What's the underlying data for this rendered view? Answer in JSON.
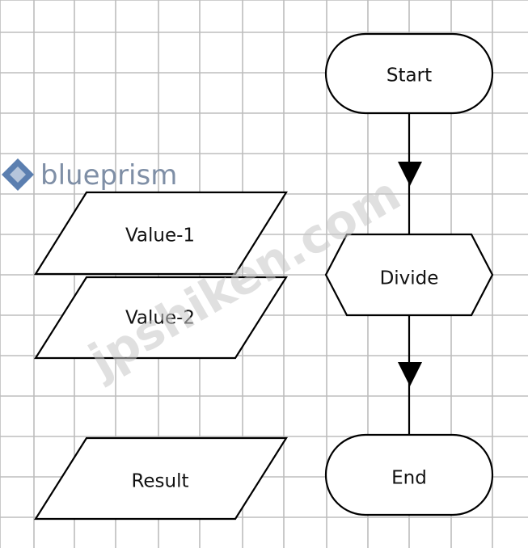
{
  "brand": {
    "logo_text": "blueprism"
  },
  "watermark": {
    "text": "jpshiken.com"
  },
  "flow": {
    "start": "Start",
    "process": "Divide",
    "end": "End"
  },
  "data_items": {
    "value1": "Value-1",
    "value2": "Value-2",
    "result": "Result"
  },
  "colors": {
    "grid": "#bdbdbd",
    "stroke": "#000000",
    "logo": "#7f8fa6"
  },
  "icons": [
    "blueprism-logo-icon"
  ]
}
